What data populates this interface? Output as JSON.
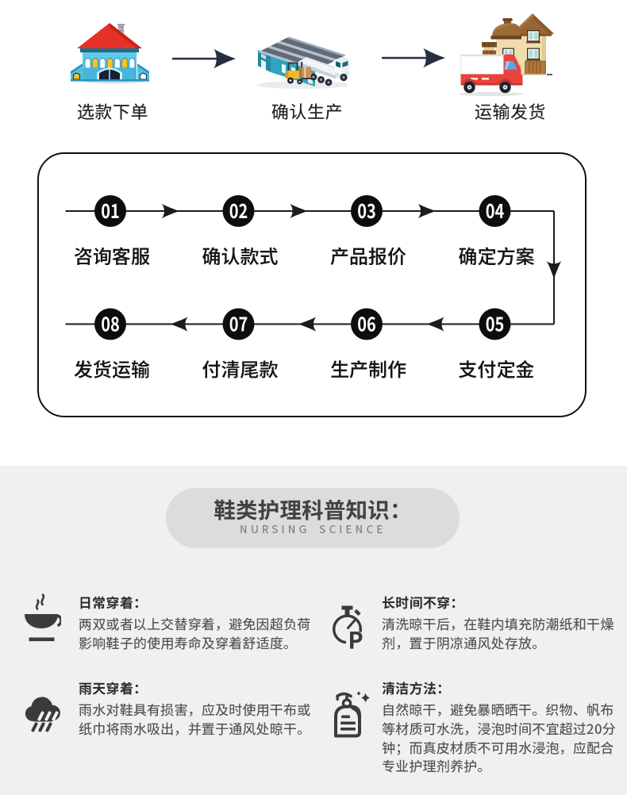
{
  "colors": {
    "page_bg": "#ffffff",
    "section_bg": "#f0f0f0",
    "pill_bg": "#dcdcdc",
    "ink": "#111111",
    "arrow_navy": "#262f40",
    "text_dark": "#262626",
    "text_body": "#515151",
    "text_gray": "#7f7f7f",
    "care_icon": "#3b3b3b",
    "shop_red_roof": "#e63128",
    "shop_blue": "#64c9e6",
    "factory_teal": "#2fa3bf",
    "truck_red": "#e8433c",
    "forklift_yellow": "#f3b928"
  },
  "flow": {
    "steps": [
      {
        "icon": "shop-building-icon",
        "label": "选款下单"
      },
      {
        "icon": "factory-truck-icon",
        "label": "确认生产"
      },
      {
        "icon": "house-delivery-icon",
        "label": "运输发货"
      }
    ]
  },
  "process": {
    "steps": [
      {
        "num": "01",
        "label": "咨询客服"
      },
      {
        "num": "02",
        "label": "确认款式"
      },
      {
        "num": "03",
        "label": "产品报价"
      },
      {
        "num": "04",
        "label": "确定方案"
      },
      {
        "num": "05",
        "label": "支付定金"
      },
      {
        "num": "06",
        "label": "生产制作"
      },
      {
        "num": "07",
        "label": "付清尾款"
      },
      {
        "num": "08",
        "label": "发货运输"
      }
    ]
  },
  "care": {
    "title": "鞋类护理科普知识：",
    "subtitle": "NURSING SCIENCE",
    "blocks": [
      {
        "icon": "coffee-cup-icon",
        "title": "日常穿着：",
        "body": "两双或者以上交替穿着，避免因超负荷\n影响鞋子的使用寿命及穿着舒适度。"
      },
      {
        "icon": "stopwatch-icon",
        "title": "长时间不穿：",
        "body": "清洗晾干后，在鞋内填充防潮纸和干燥\n剂，置于阴凉通风处存放。"
      },
      {
        "icon": "rain-cloud-icon",
        "title": "雨天穿着：",
        "body": "雨水对鞋具有损害，应及时使用干布或\n纸巾将雨水吸出，并置于通风处晾干。"
      },
      {
        "icon": "cleanser-bottle-icon",
        "title": "清洁方法：",
        "body": "自然晾干，避免暴晒晒干。织物、帆布\n等材质可水洗，浸泡时间不宜超过20分\n钟；而真皮材质不可用水浸泡，应配合\n专业护理剂养护。"
      }
    ]
  }
}
